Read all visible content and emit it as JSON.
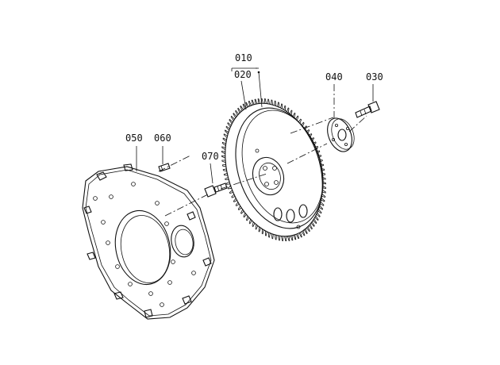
{
  "diagram": {
    "part_labels": {
      "p010": "010",
      "p020": "020",
      "p030": "030",
      "p040": "040",
      "p050": "050",
      "p060": "060",
      "p070": "070"
    }
  }
}
